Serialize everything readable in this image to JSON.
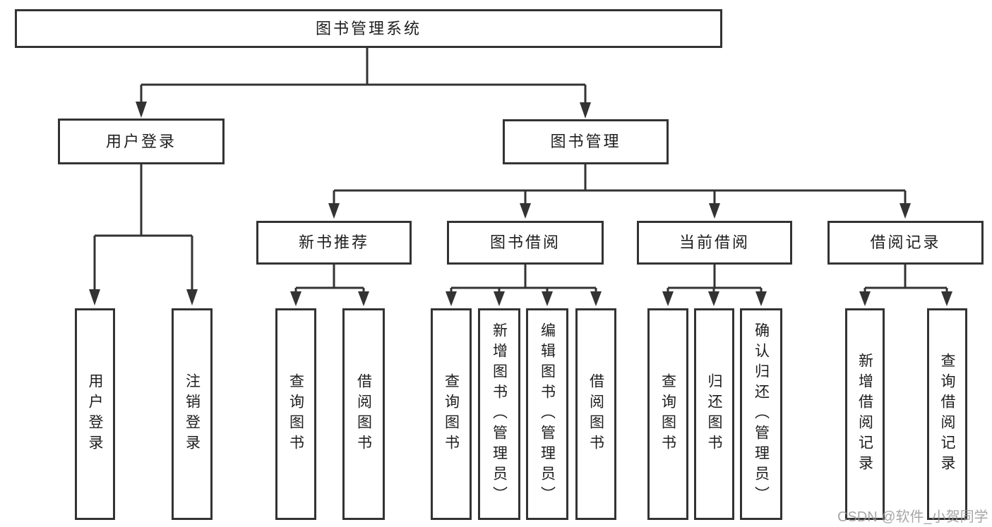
{
  "diagram": {
    "root": {
      "label": "图书管理系统"
    },
    "branches": [
      {
        "label": "用户登录",
        "children": [
          {
            "label": "用户登录"
          },
          {
            "label": "注销登录"
          }
        ]
      },
      {
        "label": "图书管理",
        "children": [
          {
            "label": "新书推荐",
            "children": [
              {
                "label": "查询图书"
              },
              {
                "label": "借阅图书"
              }
            ]
          },
          {
            "label": "图书借阅",
            "children": [
              {
                "label": "查询图书"
              },
              {
                "label": "新增图书（管理员）"
              },
              {
                "label": "编辑图书（管理员）"
              },
              {
                "label": "借阅图书"
              }
            ]
          },
          {
            "label": "当前借阅",
            "children": [
              {
                "label": "查询图书"
              },
              {
                "label": "归还图书"
              },
              {
                "label": "确认归还（管理员）"
              }
            ]
          },
          {
            "label": "借阅记录",
            "children": [
              {
                "label": "新增借阅记录"
              },
              {
                "label": "查询借阅记录"
              }
            ]
          }
        ]
      }
    ],
    "colors": {
      "line": "#333333",
      "box_border": "#333333",
      "box_fill": "#ffffff",
      "text": "#1e1e1e",
      "watermark": "#969696"
    }
  },
  "watermark": {
    "text": "CSDN @软件_小贺同学"
  }
}
